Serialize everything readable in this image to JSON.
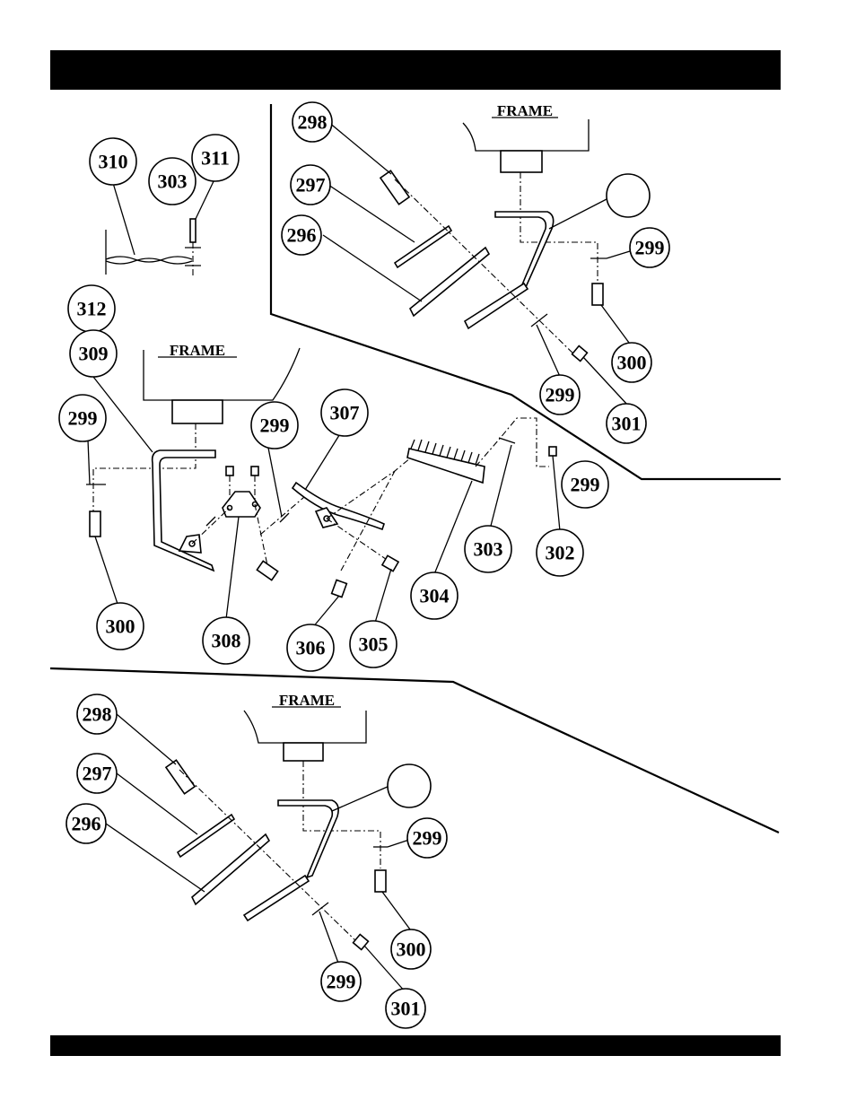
{
  "frame_label": "FRAME",
  "callouts": {
    "tr_298": "298",
    "tr_297": "297",
    "tr_296": "296",
    "tr_299a": "299",
    "tr_300": "300",
    "tr_299b": "299",
    "tr_301": "301",
    "tr_blank": "",
    "tl_310": "310",
    "tl_303": "303",
    "tl_311": "311",
    "tl_312": "312",
    "m_309": "309",
    "m_299a": "299",
    "m_300": "300",
    "m_308": "308",
    "m_299b": "299",
    "m_307": "307",
    "m_306": "306",
    "m_305": "305",
    "m_304": "304",
    "m_303": "303",
    "m_302": "302",
    "m_299c": "299",
    "b_298": "298",
    "b_297": "297",
    "b_296": "296",
    "b_299a": "299",
    "b_300": "300",
    "b_299b": "299",
    "b_301": "301",
    "b_blank": ""
  }
}
